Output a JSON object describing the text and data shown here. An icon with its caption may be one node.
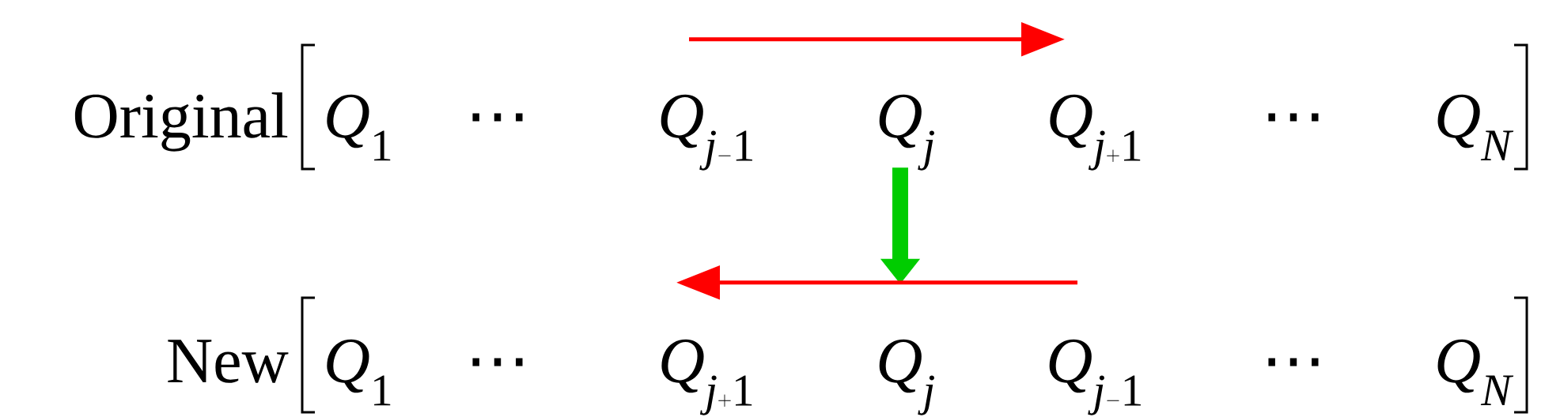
{
  "diagram": {
    "nodes": [
      {
        "text": [
          "Q_1"
        ]
      },
      {
        "text": [
          "Q_{j-1}"
        ]
      },
      {
        "text": [
          "Q_j"
        ]
      },
      {
        "text": [
          "Q_{j+1}"
        ]
      },
      {
        "text": [
          "Q_N"
        ]
      },
      {
        "text": [
          "Q_1"
        ]
      },
      {
        "text": [
          "Q_{j+1}"
        ]
      },
      {
        "text": [
          "Q_j"
        ]
      },
      {
        "text": [
          "Q_{j-1}"
        ]
      },
      {
        "text": [
          "Q_N"
        ]
      }
    ],
    "edges": [
      {
        "from": 1,
        "to": 3,
        "arrow": "to",
        "color": "#ff0000"
      },
      {
        "from": 2,
        "to": 7,
        "arrow": "to",
        "style": "thick",
        "color": "#00cc00"
      },
      {
        "from": 8,
        "to": 6,
        "arrow": "to",
        "color": "#ff0000"
      }
    ],
    "labels": [
      "Original",
      "⋯",
      "⋯",
      "New",
      "⋯",
      "⋯"
    ]
  }
}
